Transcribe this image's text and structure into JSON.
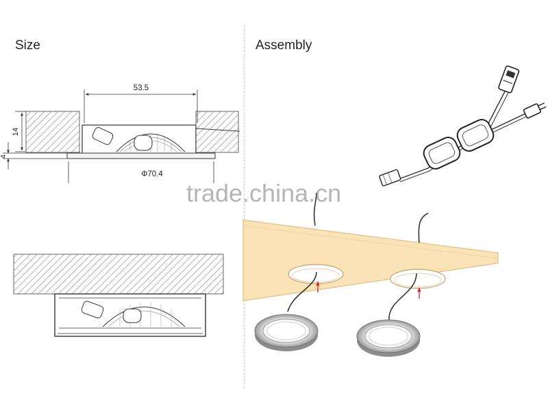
{
  "left_panel": {
    "heading": "Size",
    "dimensions": {
      "width": "53.5",
      "height": "14",
      "thickness": "4",
      "diameter": "Φ70.4"
    }
  },
  "right_panel": {
    "heading": "Assembly"
  },
  "watermark": "trade.china.cn",
  "colors": {
    "wood": "#fbe3b8",
    "wood_edge": "#e7c68e",
    "hatch": "#888888",
    "line": "#333333",
    "arrow": "#e02020"
  }
}
